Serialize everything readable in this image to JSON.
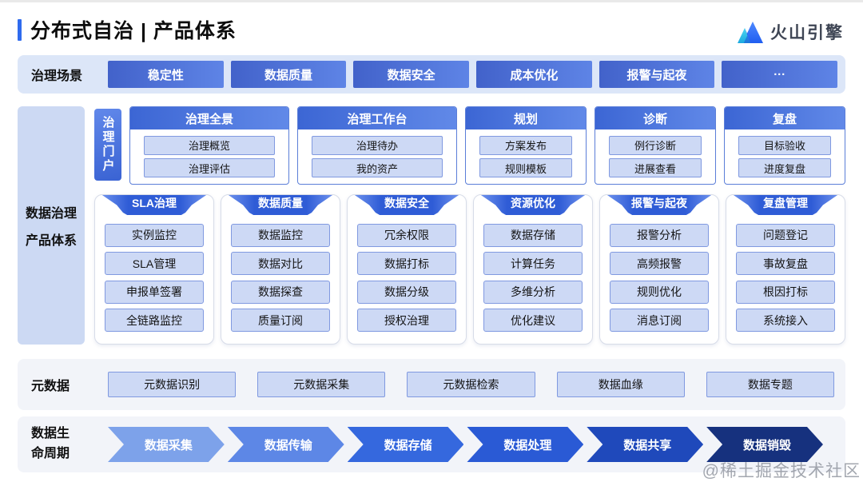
{
  "header": {
    "title": "分布式自治 | 产品体系",
    "logo_text": "火山引擎"
  },
  "colors": {
    "accent_bar": "#2f6bee",
    "scenario_button_gradient": [
      "#4262ca",
      "#5e84e6"
    ],
    "card_header_gradient": [
      "#3c66d4",
      "#6189e8"
    ],
    "light_button_bg": "#cdd9f5",
    "light_button_border": "#8099e0",
    "panel_blue": "#dce6f8",
    "panel_gray": "#f2f4f9",
    "side_label_bg": "#ccd9f3"
  },
  "scenario_row": {
    "label": "治理场景",
    "buttons": [
      "稳定性",
      "数据质量",
      "数据安全",
      "成本优化",
      "报警与起夜",
      "···"
    ]
  },
  "governance": {
    "label_line1": "数据治理",
    "label_line2": "产品体系",
    "portal_label": "治理门户",
    "portal_cards": [
      {
        "title": "治理全景",
        "items": [
          "治理概览",
          "治理评估"
        ]
      },
      {
        "title": "治理工作台",
        "items": [
          "治理待办",
          "我的资产"
        ]
      },
      {
        "title": "规划",
        "items": [
          "方案发布",
          "规则模板"
        ]
      },
      {
        "title": "诊断",
        "items": [
          "例行诊断",
          "进展查看"
        ]
      },
      {
        "title": "复盘",
        "items": [
          "目标验收",
          "进度复盘"
        ]
      }
    ],
    "product_cards": [
      {
        "title": "SLA治理",
        "items": [
          "实例监控",
          "SLA管理",
          "申报单签署",
          "全链路监控"
        ]
      },
      {
        "title": "数据质量",
        "items": [
          "数据监控",
          "数据对比",
          "数据探查",
          "质量订阅"
        ]
      },
      {
        "title": "数据安全",
        "items": [
          "冗余权限",
          "数据打标",
          "数据分级",
          "授权治理"
        ]
      },
      {
        "title": "资源优化",
        "items": [
          "数据存储",
          "计算任务",
          "多维分析",
          "优化建议"
        ]
      },
      {
        "title": "报警与起夜",
        "items": [
          "报警分析",
          "高频报警",
          "规则优化",
          "消息订阅"
        ]
      },
      {
        "title": "复盘管理",
        "items": [
          "问题登记",
          "事故复盘",
          "根因打标",
          "系统接入"
        ]
      }
    ]
  },
  "metadata_row": {
    "label": "元数据",
    "buttons": [
      "元数据识别",
      "元数据采集",
      "元数据检索",
      "数据血缘",
      "数据专题"
    ]
  },
  "lifecycle_row": {
    "label_line1": "数据生",
    "label_line2": "命周期",
    "stages": [
      {
        "label": "数据采集",
        "color": "#7da2ea"
      },
      {
        "label": "数据传输",
        "color": "#5d87e6"
      },
      {
        "label": "数据存储",
        "color": "#3568de"
      },
      {
        "label": "数据处理",
        "color": "#2a5ad5"
      },
      {
        "label": "数据共享",
        "color": "#1f49bb"
      },
      {
        "label": "数据销毁",
        "color": "#16317e"
      }
    ]
  },
  "watermark": "@稀土掘金技术社区"
}
